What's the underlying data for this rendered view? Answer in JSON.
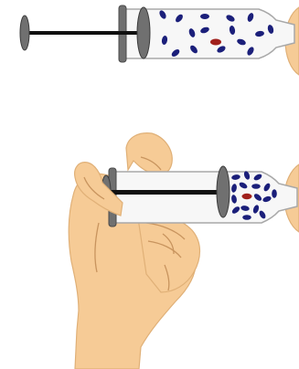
{
  "scene": {
    "panels": [
      {
        "name": "syringe-uncompressed",
        "blue_molecules": 16,
        "red_molecules": 1
      },
      {
        "name": "syringe-compressed",
        "blue_molecules": 16,
        "red_molecules": 1
      }
    ]
  },
  "colors": {
    "background": "#ffffff",
    "barrel_fill": "#f7f7f7",
    "barrel_stroke": "#a8a8a8",
    "plunger_rod": "#111111",
    "plunger_head": "#707070",
    "molecule_blue": "#1b1f7a",
    "molecule_red": "#a0201c",
    "skin": "#f6cb96",
    "skin_outline": "#e0b077",
    "skin_crease": "#c8945e"
  }
}
